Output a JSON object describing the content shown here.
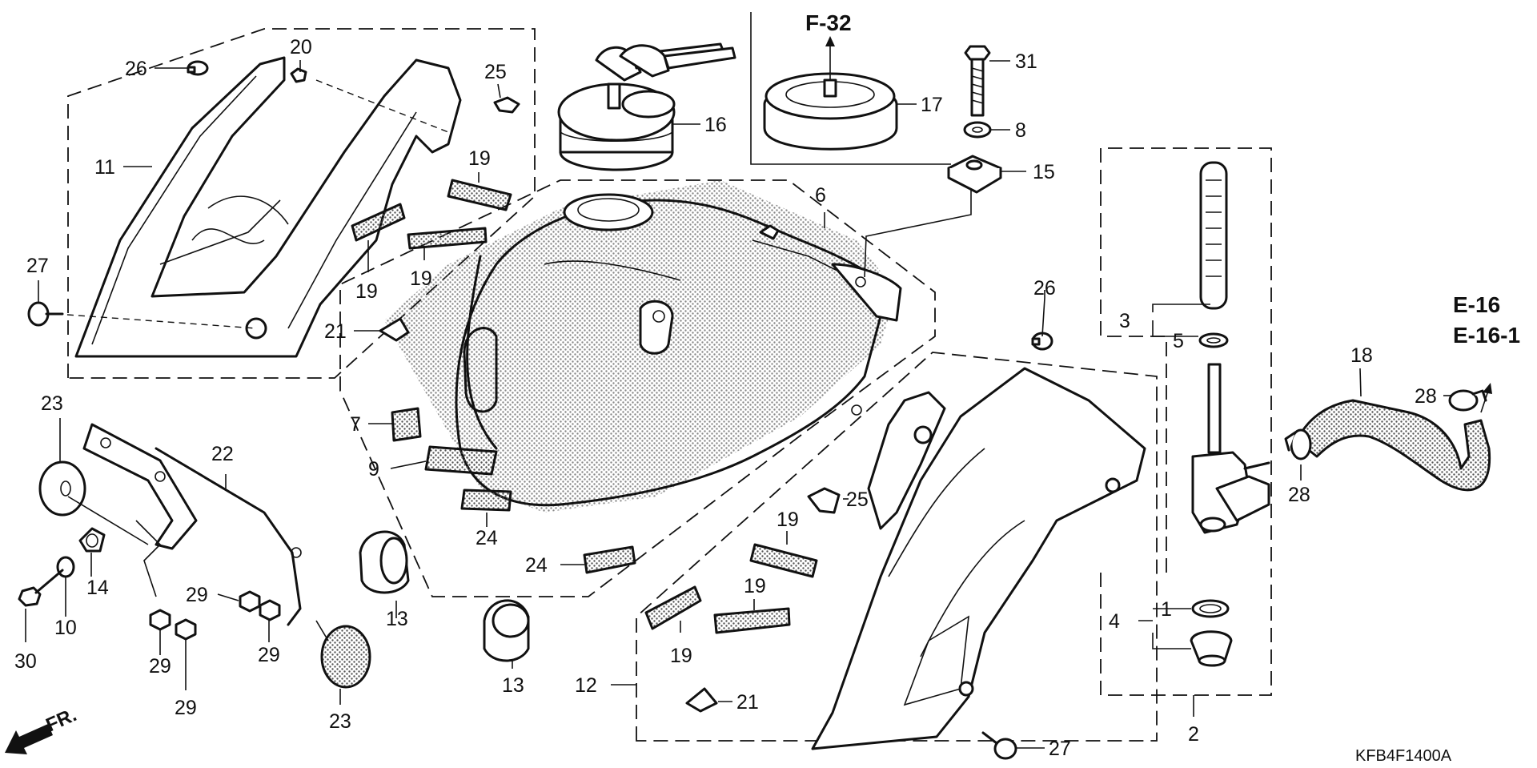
{
  "figure_code": "KFB4F1400A",
  "front_marker": "FR.",
  "refs": [
    "F-32",
    "E-16",
    "E-16-1"
  ],
  "callouts": {
    "c26a": "26",
    "c20": "20",
    "c25a": "25",
    "c16": "16",
    "c17": "17",
    "c31": "31",
    "c8": "8",
    "c15": "15",
    "c11": "11",
    "c19a": "19",
    "c19b": "19",
    "c19c": "19",
    "c6": "6",
    "c27a": "27",
    "c21a": "21",
    "c26b": "26",
    "c3": "3",
    "c5": "5",
    "c18": "18",
    "c28a": "28",
    "c28b": "28",
    "c23a": "23",
    "c22": "22",
    "c7": "7",
    "c9": "9",
    "c25b": "25",
    "c24a": "24",
    "c24b": "24",
    "c19d": "19",
    "c19e": "19",
    "c19f": "19",
    "c14": "14",
    "c10": "10",
    "c30": "30",
    "c29a": "29",
    "c29b": "29",
    "c29c": "29",
    "c29d": "29",
    "c13a": "13",
    "c13b": "13",
    "c12": "12",
    "c21b": "21",
    "c23b": "23",
    "c27b": "27",
    "c4": "4",
    "c1": "1",
    "c2": "2"
  },
  "colors": {
    "ink": "#111111",
    "paper": "#ffffff"
  }
}
